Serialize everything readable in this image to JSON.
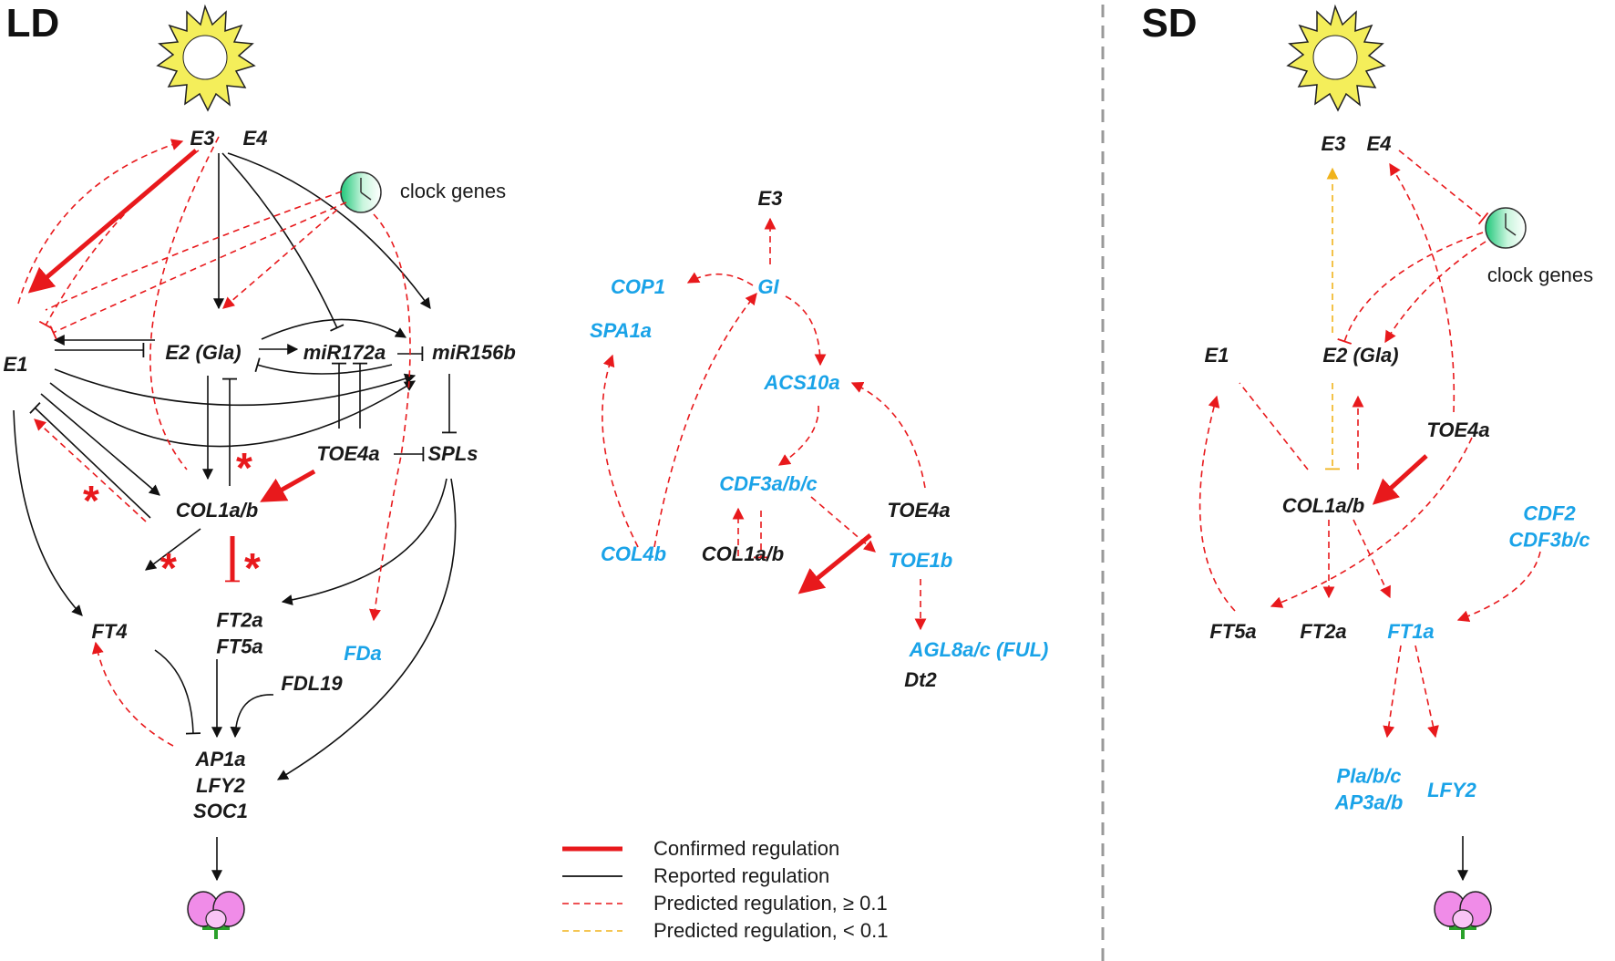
{
  "panels": {
    "left": "LD",
    "right": "SD"
  },
  "colors": {
    "confirmed": "#e8191c",
    "reported": "#111111",
    "predicted_high": "#e8191c",
    "predicted_low": "#f0b31c",
    "blue_gene": "#1aa3e8",
    "sun": "#f4ee5a",
    "clock_fill": "#2fd08a",
    "divider": "#999999",
    "flower": "#f08ce8",
    "stem": "#2ba12b"
  },
  "ld": {
    "E3": "E3",
    "E4": "E4",
    "clock": "clock genes",
    "E1": "E1",
    "E2": "E2 (Gla)",
    "miR172a": "miR172a",
    "miR156b": "miR156b",
    "TOE4a": "TOE4a",
    "SPLs": "SPLs",
    "COL1": "COL1a/b",
    "FT4": "FT4",
    "FT2a": "FT2a",
    "FT5a": "FT5a",
    "FDa": "FDa",
    "FDL19": "FDL19",
    "AP1a": "AP1a",
    "LFY2": "LFY2",
    "SOC1": "SOC1",
    "star": "*"
  },
  "mid": {
    "E3": "E3",
    "COP1": "COP1",
    "GI": "GI",
    "SPA1a": "SPA1a",
    "ACS10a": "ACS10a",
    "CDF3": "CDF3a/b/c",
    "TOE4a": "TOE4a",
    "COL4b": "COL4b",
    "COL1": "COL1a/b",
    "TOE1b": "TOE1b",
    "AGL8": "AGL8a/c (FUL)",
    "Dt2": "Dt2"
  },
  "sd": {
    "E3": "E3",
    "E4": "E4",
    "clock": "clock genes",
    "E1": "E1",
    "E2": "E2 (Gla)",
    "TOE4a": "TOE4a",
    "COL1": "COL1a/b",
    "CDF2": "CDF2",
    "CDF3": "CDF3b/c",
    "FT5a": "FT5a",
    "FT2a": "FT2a",
    "FT1a": "FT1a",
    "Pla": "Pla/b/c",
    "AP3": "AP3a/b",
    "LFY2": "LFY2"
  },
  "legend": {
    "confirmed": "Confirmed regulation",
    "reported": "Reported regulation",
    "predicted_high": "Predicted regulation, ≥ 0.1",
    "predicted_low": "Predicted regulation, < 0.1"
  }
}
